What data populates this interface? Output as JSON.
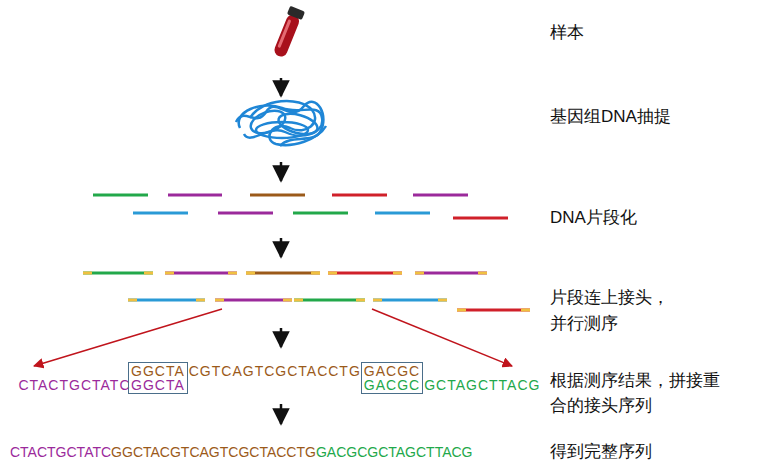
{
  "diagram": {
    "nodes": [
      {
        "text": [
          "GGCTA",
          "GGCTA"
        ]
      },
      {
        "text": [
          "GACGC",
          "GACGC"
        ]
      }
    ],
    "labels": [
      "样本",
      "基因组DNA抽提",
      "DNA片段化",
      "片段连上接头，并行测序",
      "CTACTGCTATC",
      "CGTCAGTCGCTACCTG",
      "GCTAGCTTACG",
      "根据测序结果，拼接重合的接头序列",
      "CTACTGCTATC",
      "GGCTACGTCAGTCGCTACCTG",
      "GACGCGCTAGCTTACG",
      "得到完整序列"
    ]
  }
}
